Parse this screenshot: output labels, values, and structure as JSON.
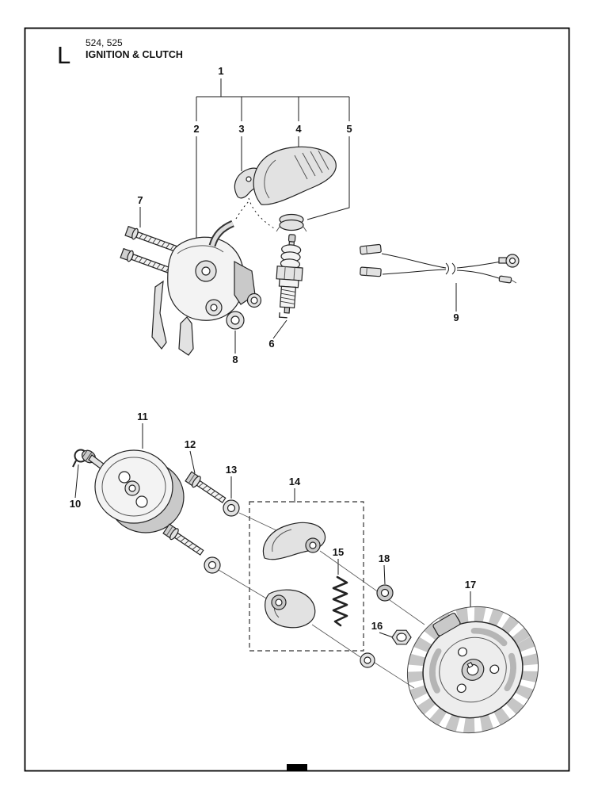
{
  "page": {
    "section_letter": "L",
    "model_numbers": "524, 525",
    "diagram_title": "IGNITION & CLUTCH",
    "colors": {
      "ink": "#1a1a1a",
      "paper": "#ffffff"
    }
  },
  "callouts": [
    {
      "label": "1"
    },
    {
      "label": "2"
    },
    {
      "label": "3"
    },
    {
      "label": "4"
    },
    {
      "label": "5"
    },
    {
      "label": "6"
    },
    {
      "label": "7"
    },
    {
      "label": "8"
    },
    {
      "label": "9"
    },
    {
      "label": "10"
    },
    {
      "label": "11"
    },
    {
      "label": "12"
    },
    {
      "label": "13"
    },
    {
      "label": "14"
    },
    {
      "label": "15"
    },
    {
      "label": "16"
    },
    {
      "label": "17"
    },
    {
      "label": "18"
    }
  ]
}
